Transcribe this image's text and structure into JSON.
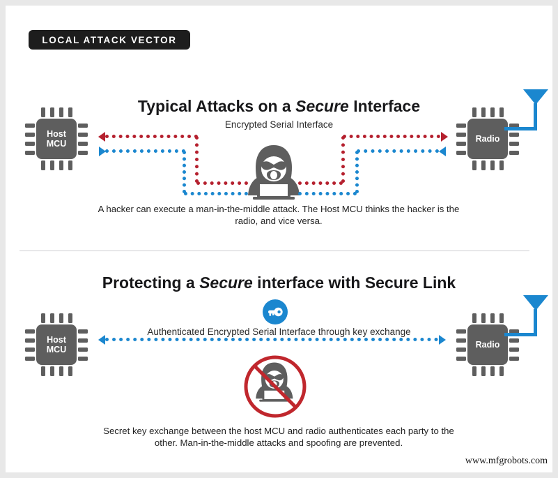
{
  "badge": {
    "label": "LOCAL ATTACK VECTOR"
  },
  "colors": {
    "badge_bg": "#1d1d1d",
    "chip": "#5e5e5e",
    "red_line": "#b5202e",
    "blue_line": "#1b87cf",
    "hacker": "#5e5e5e",
    "prohibited": "#c0272d",
    "divider": "#cfcfd2",
    "page_bg": "#ffffff",
    "outer_bg": "#e8e8e8"
  },
  "section1": {
    "title_part1": "Typical Attacks on a ",
    "title_emphasis": "Secure",
    "title_part2": " Interface",
    "link_label": "Encrypted Serial Interface",
    "host_chip": {
      "line1": "Host",
      "line2": "MCU"
    },
    "radio_chip": {
      "line1": "Radio"
    },
    "caption": "A hacker can execute a man-in-the-middle attack. The Host MCU thinks the hacker is the radio, and vice versa.",
    "hacker_icon": "hacker-hooded-laptop-icon",
    "antenna_icon": "antenna-icon"
  },
  "section2": {
    "title_part1": "Protecting a ",
    "title_emphasis": "Secure",
    "title_part2": " interface with Secure Link",
    "link_label": "Authenticated Encrypted Serial Interface through key exchange",
    "host_chip": {
      "line1": "Host",
      "line2": "MCU"
    },
    "radio_chip": {
      "line1": "Radio"
    },
    "caption": "Secret key exchange between the host MCU and radio authenticates each party to the other. Man-in-the-middle attacks and spoofing are prevented.",
    "key_icon": "key-icon",
    "blocked_hacker_icon": "hacker-blocked-icon",
    "antenna_icon": "antenna-icon"
  },
  "footer": {
    "watermark": "www.mfgrobots.com"
  }
}
